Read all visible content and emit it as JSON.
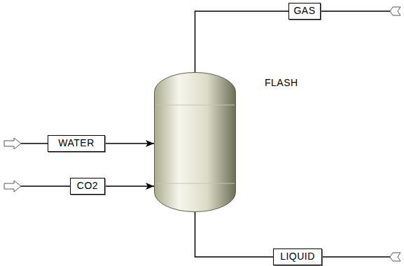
{
  "diagram": {
    "nodes": [
      {
        "text": [
          "WATER"
        ]
      },
      {
        "text": [
          "CO2"
        ]
      },
      {
        "text": [
          "FLASH"
        ]
      },
      {
        "text": [
          "GAS"
        ]
      },
      {
        "text": [
          "LIQUID"
        ]
      }
    ],
    "edges": [
      {
        "from": 0,
        "to": 2,
        "arrow": "to"
      },
      {
        "from": 1,
        "to": 2,
        "arrow": "to"
      },
      {
        "from": 2,
        "to": 3,
        "arrow": "none"
      },
      {
        "from": 2,
        "to": 4,
        "arrow": "none"
      }
    ]
  }
}
